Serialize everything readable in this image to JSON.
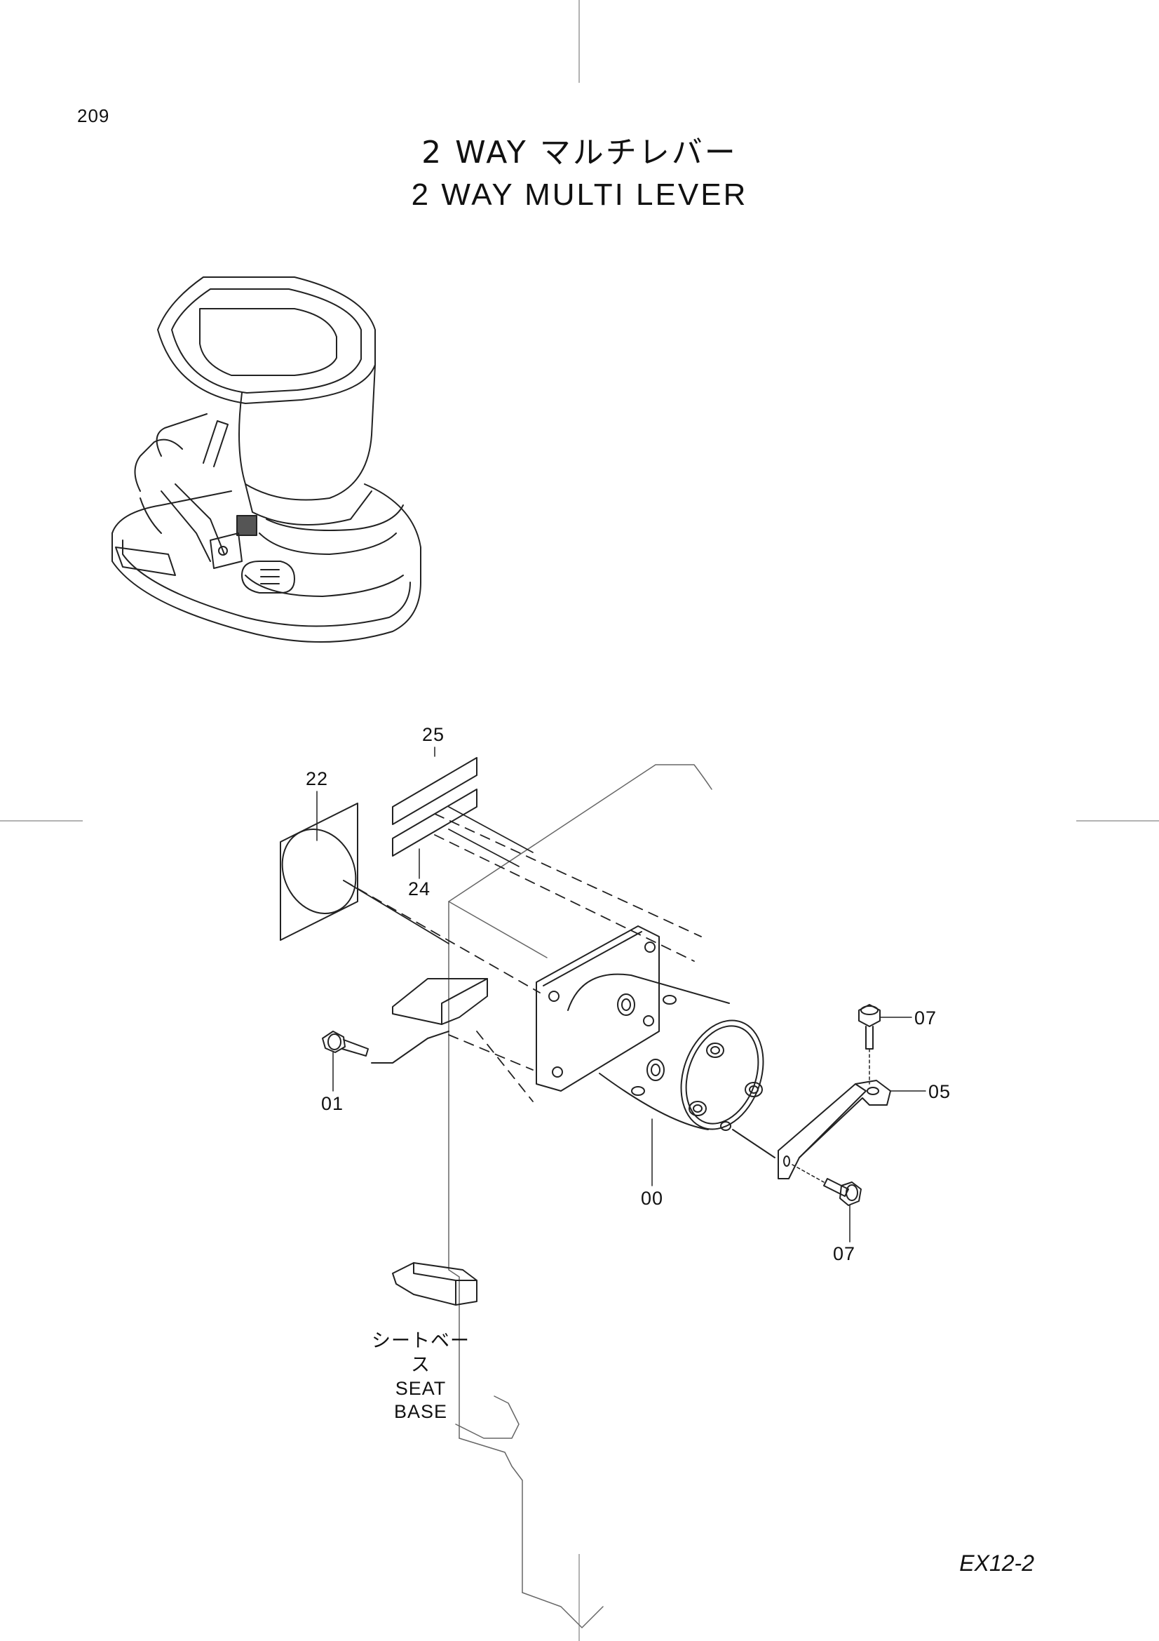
{
  "page": {
    "number": "209",
    "title_jp": "2 WAY マルチレバー",
    "title_en": "2 WAY MULTI LEVER",
    "code": "EX12-2"
  },
  "callouts": {
    "p25": "25",
    "p22": "22",
    "p24": "24",
    "p07_top": "07",
    "p05": "05",
    "p01": "01",
    "p00": "00",
    "p07_bottom": "07"
  },
  "seat_base": {
    "label_jp": "シートベース",
    "label_en": "SEAT BASE"
  }
}
